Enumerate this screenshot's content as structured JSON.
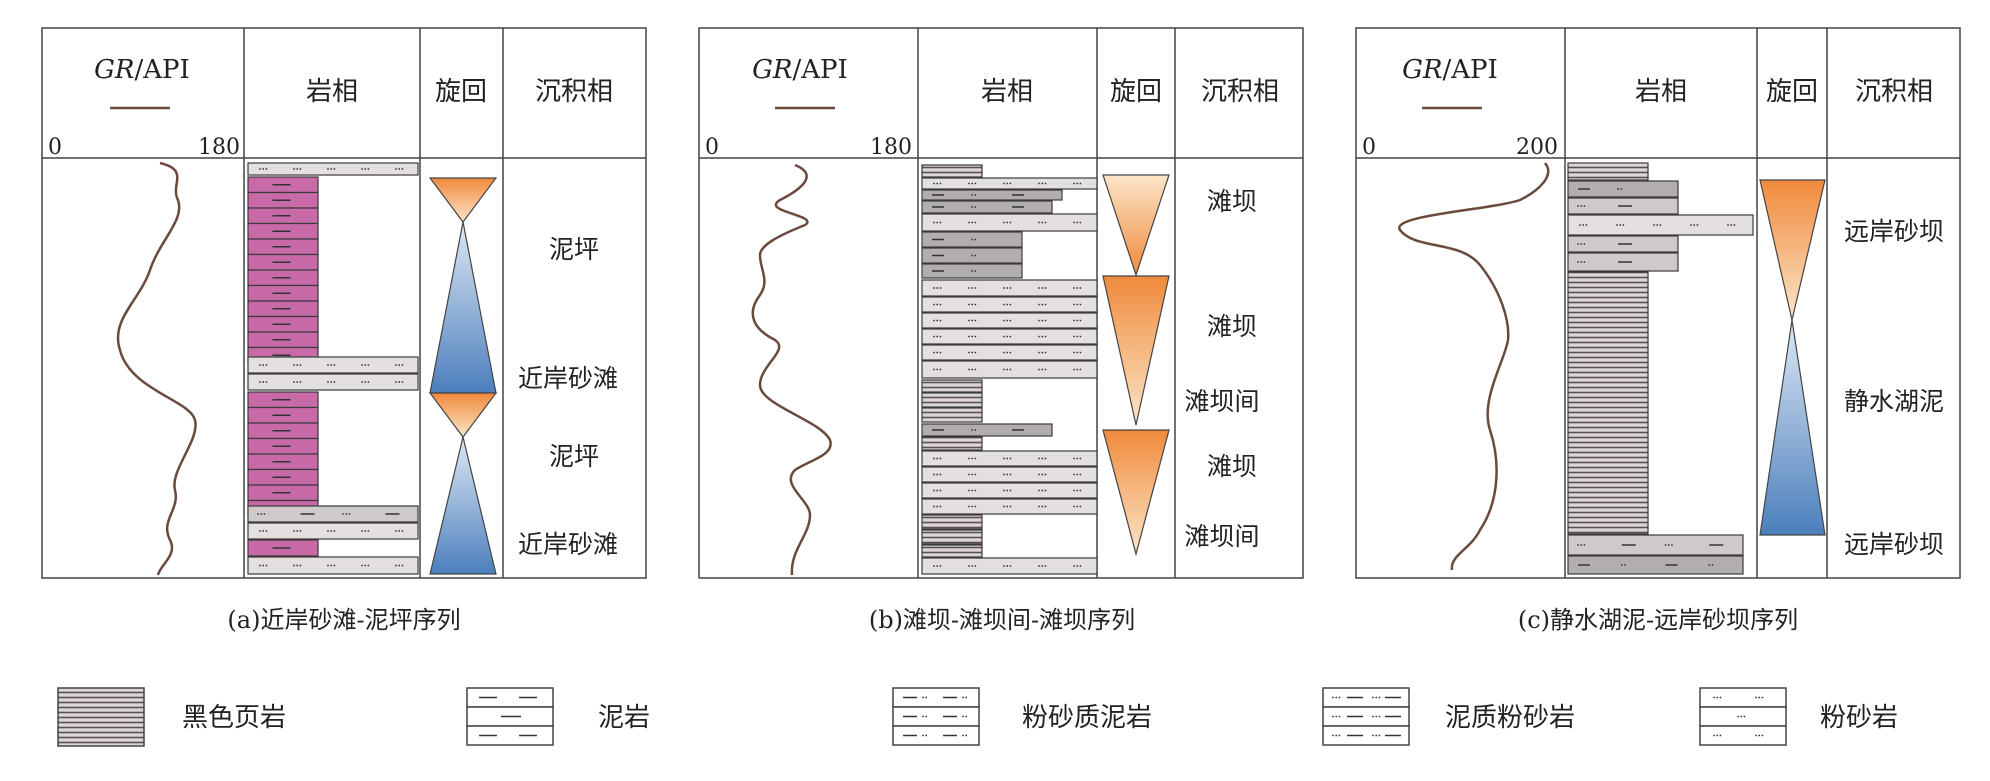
{
  "panels": [
    {
      "headers": {
        "gr_label_italic": "GR",
        "gr_label_rest": "/API",
        "lithology": "岩相",
        "cycle": "旋回",
        "facies": "沉积相"
      },
      "scale": {
        "min": "0",
        "max": "180"
      },
      "facies_labels": [
        "泥坪",
        "近岸砂滩",
        "泥坪",
        "近岸砂滩"
      ],
      "caption": "(a)近岸砂滩-泥坪序列"
    },
    {
      "headers": {
        "gr_label_italic": "GR",
        "gr_label_rest": "/API",
        "lithology": "岩相",
        "cycle": "旋回",
        "facies": "沉积相"
      },
      "scale": {
        "min": "0",
        "max": "180"
      },
      "facies_labels": [
        "滩坝",
        "滩坝",
        "滩坝间",
        "滩坝",
        "滩坝间"
      ],
      "caption": "(b)滩坝-滩坝间-滩坝序列"
    },
    {
      "headers": {
        "gr_label_italic": "GR",
        "gr_label_rest": "/API",
        "lithology": "岩相",
        "cycle": "旋回",
        "facies": "沉积相"
      },
      "scale": {
        "min": "0",
        "max": "200"
      },
      "facies_labels": [
        "远岸砂坝",
        "静水湖泥",
        "远岸砂坝"
      ],
      "caption": "(c)静水湖泥-远岸砂坝序列"
    }
  ],
  "legend": [
    {
      "name": "black-shale",
      "label": "黑色页岩"
    },
    {
      "name": "mudstone",
      "label": "泥岩"
    },
    {
      "name": "silty-mudstone",
      "label": "粉砂质泥岩"
    },
    {
      "name": "muddy-siltstone",
      "label": "泥质粉砂岩"
    },
    {
      "name": "siltstone",
      "label": "粉砂岩"
    }
  ],
  "colors": {
    "mudstone_fill": "#c86aa8",
    "sand_fill": "#e4e0e0",
    "silty_mud_fill": "#b2aeae",
    "shale_fill": "#6e6464",
    "gr_curve": "#6b4a3e",
    "cycle_orange": "#f08a3c",
    "cycle_blue": "#4c7fbd"
  }
}
